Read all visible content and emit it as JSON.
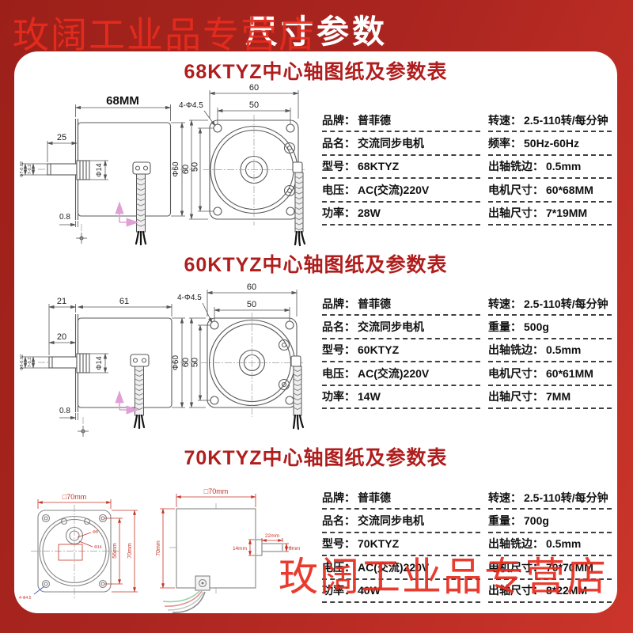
{
  "banner": {
    "title": "尺寸参数"
  },
  "watermark": {
    "text": "玫阔工业品专营店"
  },
  "colors": {
    "banner_red": "#a8241e",
    "bright_red": "#cb352a",
    "watermark_red": "#e82c1e",
    "section_title_red": "#b01d1d",
    "dim_red": "#c63427",
    "leader_blue": "#4a5bd0"
  },
  "sections": [
    {
      "title": "68KTYZ中心轴图纸及参数表",
      "rows": [
        {
          "ll": "品牌：",
          "lv": "普菲德",
          "rl": "转速：",
          "rv": "2.5-110转/每分钟"
        },
        {
          "ll": "品名：",
          "lv": "交流同步电机",
          "rl": "频率：",
          "rv": "50Hz-60Hz"
        },
        {
          "ll": "型号：",
          "lv": "68KTYZ",
          "rl": "出轴铣边：",
          "rv": "0.5mm"
        },
        {
          "ll": "电压：",
          "lv": "AC(交流)220V",
          "rl": "电机尺寸：",
          "rv": "60*68MM"
        },
        {
          "ll": "功率：",
          "lv": "28W",
          "rl": "出轴尺寸：",
          "rv": "7*19MM"
        }
      ],
      "dims": {
        "body_len": "68MM",
        "shaft_len": "25",
        "plate_thk": "0.8",
        "boss_dia": "Φ14",
        "body_dia": "Φ60",
        "shaft_tol": "Φ7-0.02",
        "shaft_flat": "7-0.2",
        "front_w": "60",
        "front_w_in": "50",
        "front_h": "60",
        "front_h_in": "50",
        "holes": "4-Φ4.5"
      }
    },
    {
      "title": "60KTYZ中心轴图纸及参数表",
      "rows": [
        {
          "ll": "品牌：",
          "lv": "普菲德",
          "rl": "转速：",
          "rv": "2.5-110转/每分钟"
        },
        {
          "ll": "品名：",
          "lv": "交流同步电机",
          "rl": "重量：",
          "rv": "500g"
        },
        {
          "ll": "型号：",
          "lv": "60KTYZ",
          "rl": "出轴铣边：",
          "rv": "0.5mm"
        },
        {
          "ll": "电压：",
          "lv": "AC(交流)220V",
          "rl": "电机尺寸：",
          "rv": "60*61MM"
        },
        {
          "ll": "功率：",
          "lv": "14W",
          "rl": "出轴尺寸：",
          "rv": "7MM"
        }
      ],
      "dims": {
        "front_len": "21",
        "body_len": "61",
        "shaft_len": "20",
        "plate_thk": "0.8",
        "boss_dia": "Φ14",
        "body_dia": "Φ60",
        "shaft_tol": "Φ8-0.02",
        "shaft_flat": "7-0.2",
        "front_w": "60",
        "front_w_in": "50",
        "front_h": "60",
        "front_h_in": "50",
        "holes": "4-Φ4.5"
      }
    },
    {
      "title": "70KTYZ中心轴图纸及参数表",
      "rows": [
        {
          "ll": "品牌：",
          "lv": "普菲德",
          "rl": "转速：",
          "rv": "2.5-110转/每分钟"
        },
        {
          "ll": "品名：",
          "lv": "交流同步电机",
          "rl": "重量：",
          "rv": "700g"
        },
        {
          "ll": "型号：",
          "lv": "70KTYZ",
          "rl": "出轴铣边：",
          "rv": "0.5mm"
        },
        {
          "ll": "电压：",
          "lv": "AC(交流)220V",
          "rl": "电机尺寸：",
          "rv": "70*70MM"
        },
        {
          "ll": "功率：",
          "lv": "40W",
          "rl": "出轴尺寸：",
          "rv": "8*22MM"
        }
      ],
      "dims": {
        "front_sq": "□70mm",
        "hole_pitch": "56mm",
        "front_h": "70mm",
        "holes": "4-Φ4.5",
        "hub_d1": "Φ8",
        "hub_d2": "Φ14",
        "side_sq": "□70mm",
        "side_h": "70mm",
        "shaft_len": "22mm",
        "boss_dia": "14mm",
        "shaft_dia": "8mm"
      }
    }
  ]
}
